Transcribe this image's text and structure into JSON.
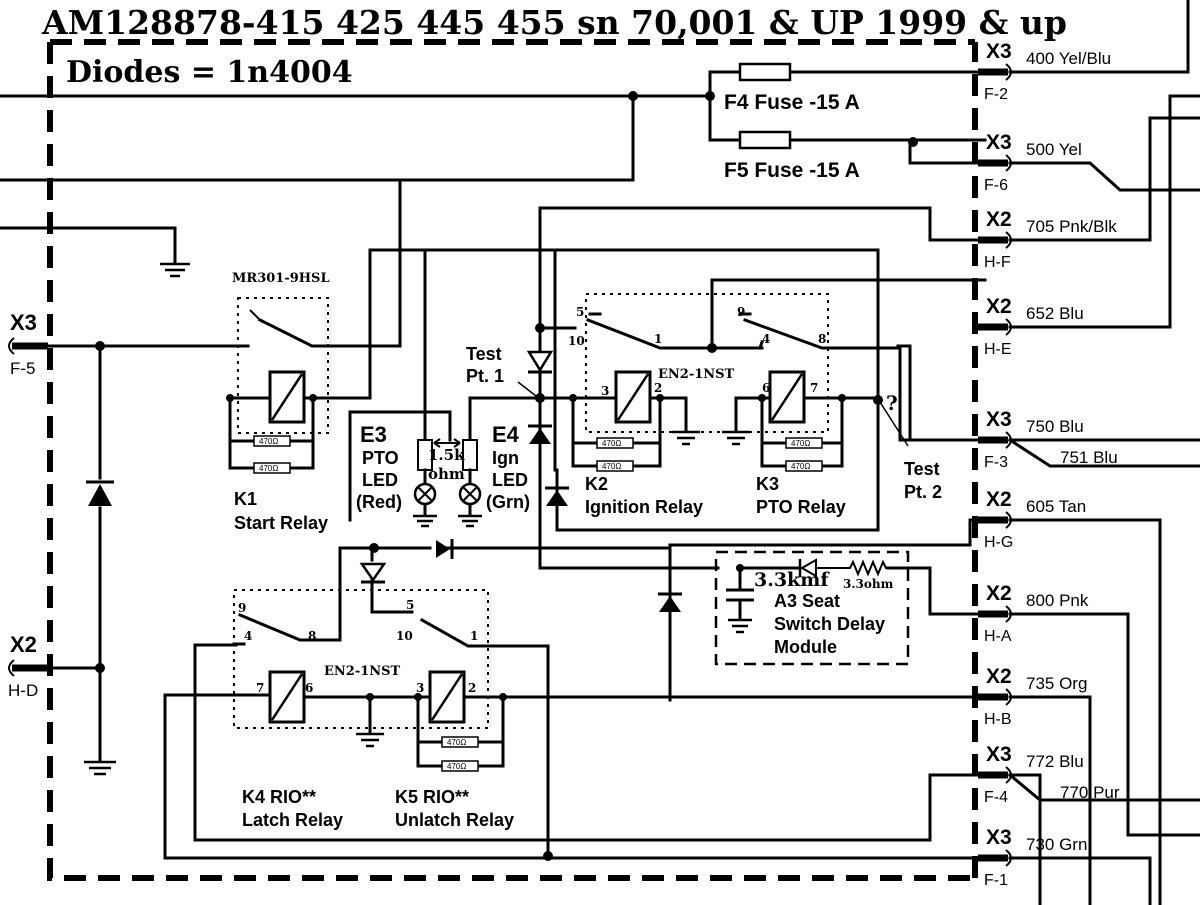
{
  "title": "AM128878-415 425 445 455 sn 70,001 & UP  1999 & up",
  "subtitle": "Diodes = 1n4004",
  "fuses": {
    "f4": "F4 Fuse -15 A",
    "f5": "F5 Fuse -15 A"
  },
  "connectors": [
    {
      "id": "x3-f2",
      "block": "X3",
      "pin": "F-2",
      "wire": "400 Yel/Blu"
    },
    {
      "id": "x3-f6",
      "block": "X3",
      "pin": "F-6",
      "wire": "500 Yel"
    },
    {
      "id": "x2-hf",
      "block": "X2",
      "pin": "H-F",
      "wire": "705 Pnk/Blk"
    },
    {
      "id": "x2-he",
      "block": "X2",
      "pin": "H-E",
      "wire": "652 Blu"
    },
    {
      "id": "x3-f3",
      "block": "X3",
      "pin": "F-3",
      "wire": "750 Blu",
      "wire2": "751 Blu"
    },
    {
      "id": "x2-hg",
      "block": "X2",
      "pin": "H-G",
      "wire": "605 Tan"
    },
    {
      "id": "x2-ha",
      "block": "X2",
      "pin": "H-A",
      "wire": "800 Pnk"
    },
    {
      "id": "x2-hb",
      "block": "X2",
      "pin": "H-B",
      "wire": "735 Org"
    },
    {
      "id": "x3-f4",
      "block": "X3",
      "pin": "F-4",
      "wire": "772 Blu",
      "wire2": "770 Pur"
    },
    {
      "id": "x3-f1",
      "block": "X3",
      "pin": "F-1",
      "wire": "730 Grn"
    }
  ],
  "left_connectors": {
    "x3_f5": {
      "block": "X3",
      "pin": "F-5"
    },
    "x2_hd": {
      "block": "X2",
      "pin": "H-D"
    }
  },
  "relays": {
    "k1": {
      "part": "MR301-9HSL",
      "name": "K1",
      "desc": "Start Relay"
    },
    "k2": {
      "part": "EN2-1NST",
      "name": "K2",
      "desc": "Ignition Relay"
    },
    "k3": {
      "name": "K3",
      "desc": "PTO Relay"
    },
    "k4": {
      "part": "EN2-1NST",
      "name": "K4 RIO**",
      "desc": "Latch Relay"
    },
    "k5": {
      "name": "K5 RIO**",
      "desc": "Unlatch Relay"
    }
  },
  "resistor_label": "470Ω",
  "pins": {
    "k2": [
      "5",
      "10",
      "1",
      "4",
      "3",
      "2"
    ],
    "k3": [
      "9",
      "8",
      "6",
      "7"
    ],
    "k4": [
      "9",
      "4",
      "8",
      "7",
      "6"
    ],
    "k5": [
      "5",
      "10",
      "1",
      "3",
      "2"
    ]
  },
  "leds": {
    "e3": {
      "name": "E3",
      "l1": "PTO",
      "l2": "LED",
      "l3": "(Red)"
    },
    "e4": {
      "name": "E4",
      "l1": "Ign",
      "l2": "LED",
      "l3": "(Grn)"
    },
    "resistor": "1.5k",
    "resistor_unit": "ohm"
  },
  "test_points": {
    "tp1_a": "Test",
    "tp1_b": "Pt. 1",
    "tp2_a": "Test",
    "tp2_b": "Pt. 2",
    "question": "?"
  },
  "module": {
    "cap": "3.3kmf",
    "res": "3.3ohm",
    "l1": "A3 Seat",
    "l2": "Switch Delay",
    "l3": "Module"
  }
}
